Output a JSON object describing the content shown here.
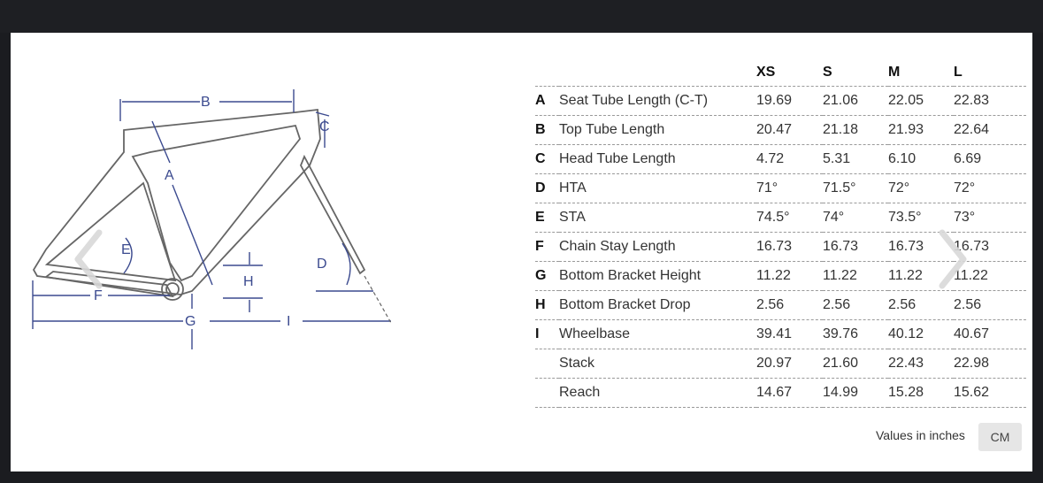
{
  "diagram": {
    "labels": {
      "A": "A",
      "B": "B",
      "C": "C",
      "D": "D",
      "E": "E",
      "F": "F",
      "G": "G",
      "H": "H",
      "I": "I"
    },
    "line_color": "#3b4a8f",
    "frame_color": "#555555"
  },
  "table": {
    "headers": [
      "XS",
      "S",
      "M",
      "L"
    ],
    "rows": [
      {
        "letter": "A",
        "label": "Seat Tube Length (C-T)",
        "values": [
          "19.69",
          "21.06",
          "22.05",
          "22.83"
        ]
      },
      {
        "letter": "B",
        "label": "Top Tube Length",
        "values": [
          "20.47",
          "21.18",
          "21.93",
          "22.64"
        ]
      },
      {
        "letter": "C",
        "label": "Head Tube Length",
        "values": [
          "4.72",
          "5.31",
          "6.10",
          "6.69"
        ]
      },
      {
        "letter": "D",
        "label": "HTA",
        "values": [
          "71°",
          "71.5°",
          "72°",
          "72°"
        ]
      },
      {
        "letter": "E",
        "label": "STA",
        "values": [
          "74.5°",
          "74°",
          "73.5°",
          "73°"
        ]
      },
      {
        "letter": "F",
        "label": "Chain Stay Length",
        "values": [
          "16.73",
          "16.73",
          "16.73",
          "16.73"
        ]
      },
      {
        "letter": "G",
        "label": "Bottom Bracket Height",
        "values": [
          "11.22",
          "11.22",
          "11.22",
          "11.22"
        ]
      },
      {
        "letter": "H",
        "label": "Bottom Bracket Drop",
        "values": [
          "2.56",
          "2.56",
          "2.56",
          "2.56"
        ]
      },
      {
        "letter": "I",
        "label": "Wheelbase",
        "values": [
          "39.41",
          "39.76",
          "40.12",
          "40.67"
        ]
      },
      {
        "letter": "",
        "label": "Stack",
        "values": [
          "20.97",
          "21.60",
          "22.43",
          "22.98"
        ]
      },
      {
        "letter": "",
        "label": "Reach",
        "values": [
          "14.67",
          "14.99",
          "15.28",
          "15.62"
        ]
      }
    ]
  },
  "footer": {
    "units_text": "Values in inches",
    "toggle_label": "CM"
  },
  "nav": {
    "prev_icon": "chevron-left-icon",
    "next_icon": "chevron-right-icon"
  }
}
